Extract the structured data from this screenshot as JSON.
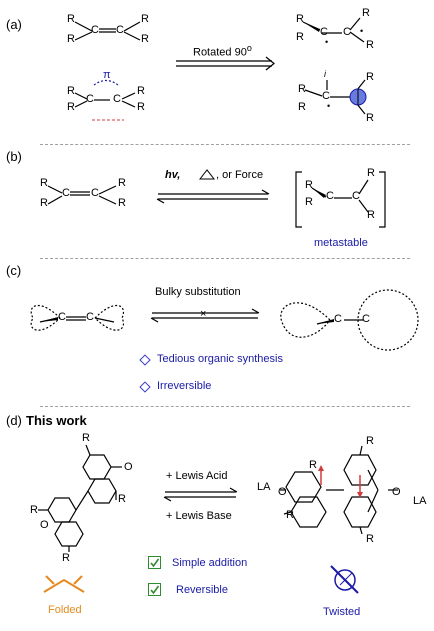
{
  "panels": {
    "a": {
      "label": "(a)",
      "arrow_text": "Rotated 90",
      "arrow_sup": "o",
      "pi": "π",
      "dot": "•",
      "iota": "i"
    },
    "b": {
      "label": "(b)",
      "condition_hv": "hv,",
      "condition_rest": ", or Force",
      "metastable": "metastable"
    },
    "c": {
      "label": "(c)",
      "arrow_text": "Bulky substitution",
      "cross": "×",
      "bullet1": "Tedious organic synthesis",
      "bullet2": "Irreversible"
    },
    "d": {
      "label": "(d)",
      "title": "This work",
      "acid": "+ Lewis Acid",
      "base": "+ Lewis Base",
      "check1": "Simple addition",
      "check2": "Reversible",
      "folded": "Folded",
      "twisted": "Twisted",
      "LA": "LA",
      "O": "O"
    }
  },
  "atoms": {
    "R": "R",
    "C": "C"
  },
  "colors": {
    "blue_text": "#1a1aa6",
    "orange": "#e58a1f",
    "green": "#2e8b2e",
    "red": "#d23b3b",
    "orbital_fill": "#6a7be0"
  }
}
